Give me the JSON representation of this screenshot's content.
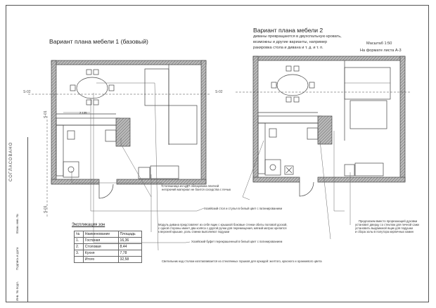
{
  "plan1": {
    "title": "Вариант плана мебели 1 (базовый)"
  },
  "plan2": {
    "title": "Вариант плана мебели 2",
    "subtitle_lines": [
      "диваны превращаются в двухспальную кровать,",
      "возможны и другие варианты, например",
      "ракировка стола и дивана и т. д. и т. п."
    ],
    "scale": "Масштаб 1:50",
    "format": "На формате листа А-3"
  },
  "section_marks": [
    "S-02",
    "S-02",
    "S-01",
    "S-01"
  ],
  "dimension_label": "2.135",
  "sidebar": {
    "stamp": "СОГЛАСОВАНО",
    "labels": [
      "Взам. инв. №",
      "Подпись и дата",
      "Инв. № подл."
    ]
  },
  "callouts": [
    "Столешница из ЦДП облицована плиткой",
    "негорючий материал не боится соседства с печью",
    "Хозяйский стол и стулья в белый цвет с патинированием",
    "Модуль дивана представляет из себя ящик с крышкой боковые стенки обиты половой доской,",
    "с одной стороны имеет два колёса с другой ручки для перемещения, мягкий матрас крепится",
    "к верхней крышке, роль спинки выполняют подушки",
    "Хозяйский буфет перекрашенный в белый цвет с патинированием",
    "Светильник над столом изготавливается из стеклянных горшков для орхидей: желтого, красного и оранжевого цвета",
    "Предлагаем вместо прорезающей духовки",
    "установит дверцу со стеклом для печной сажи",
    "установить выдвижной ящик для подушки",
    "и сбора золы в полутора кирпичных камин"
  ],
  "spec": {
    "title": "Экспликация зон",
    "headers": [
      "№",
      "Наименование",
      "Площадь"
    ],
    "rows": [
      [
        "1.",
        "Гостиная",
        "16,36"
      ],
      [
        "2.",
        "Столовая",
        "8,44"
      ],
      [
        "3.",
        "Кухня",
        "7,78"
      ],
      [
        "",
        "Итого",
        "32,58"
      ]
    ]
  }
}
